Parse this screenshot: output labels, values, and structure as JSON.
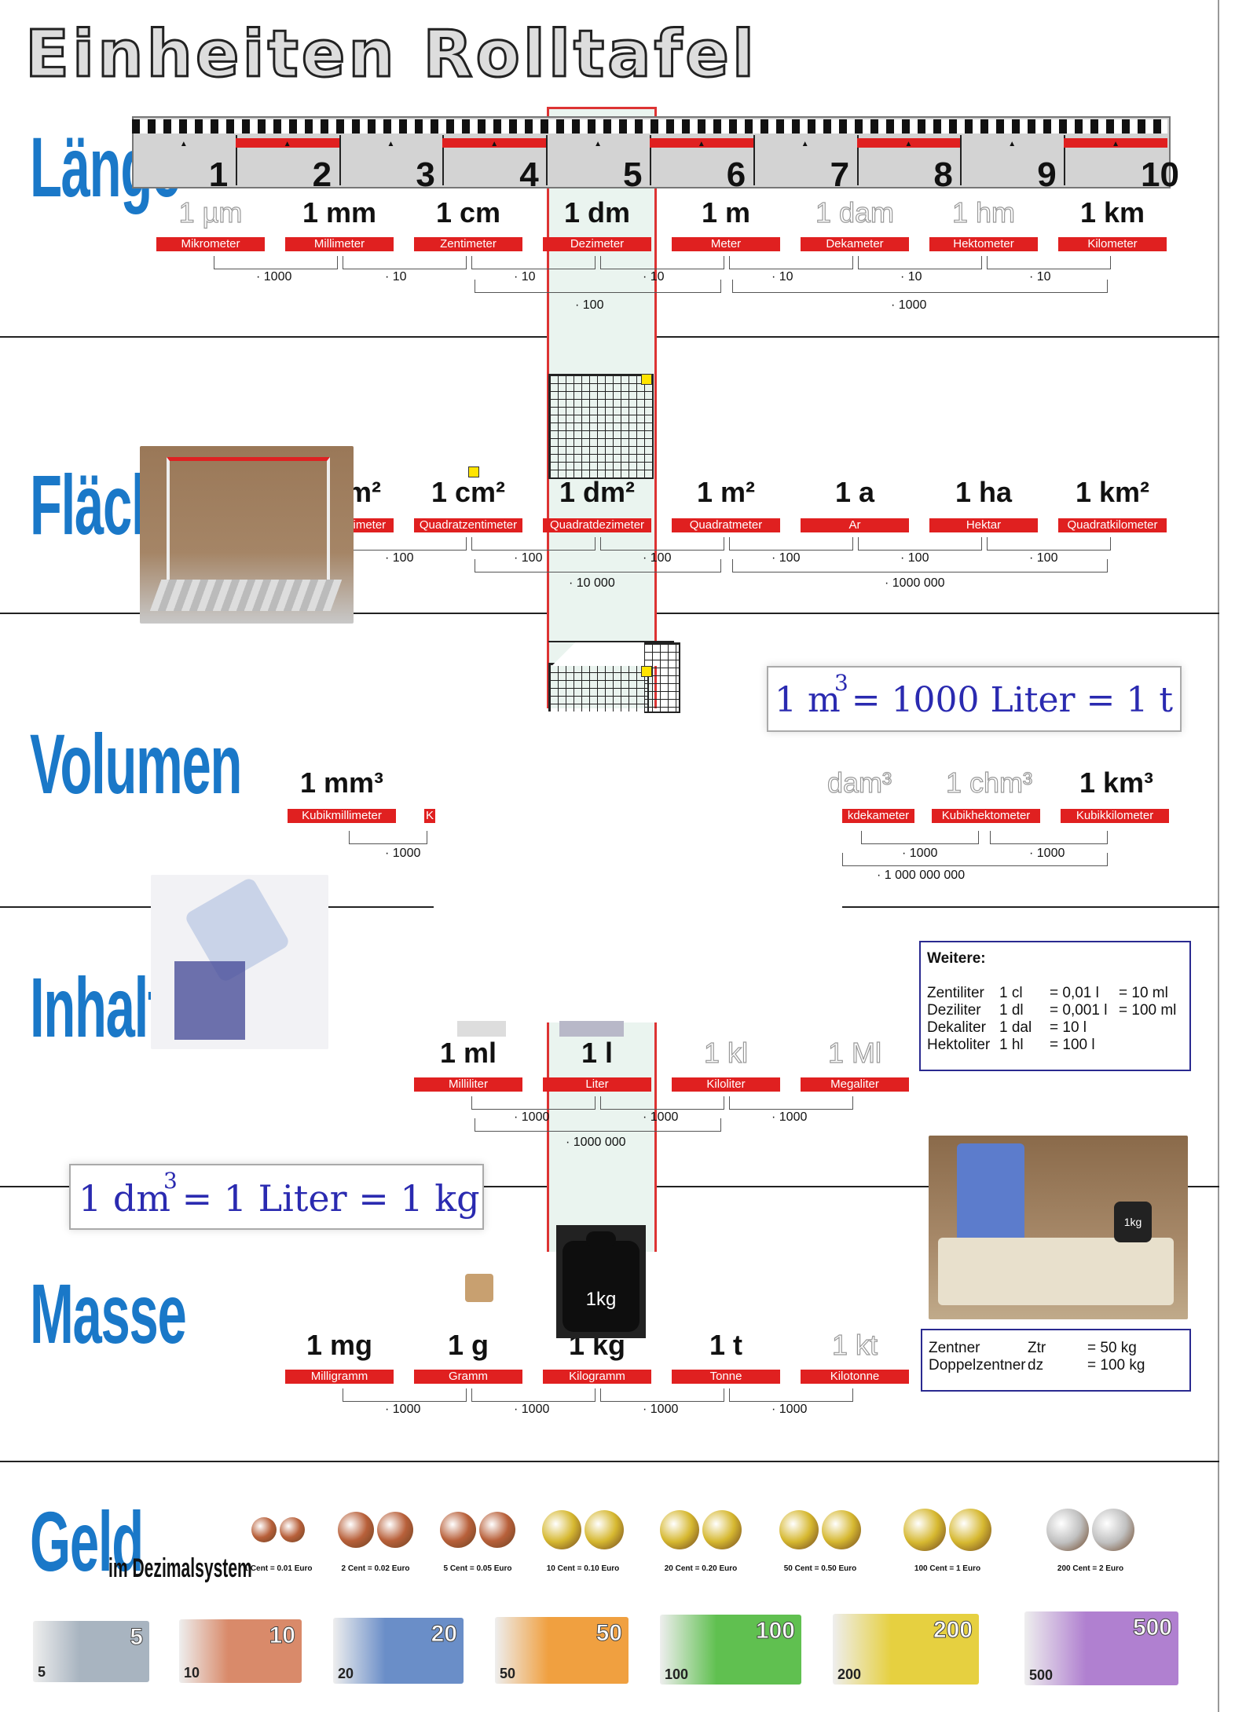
{
  "title": "Einheiten Rolltafel",
  "sections": {
    "laenge": "Länge",
    "flaeche": "Fläche",
    "volumen": "Volumen",
    "inhalt": "Inhalt",
    "masse": "Masse",
    "geld": "Geld",
    "geld_sub": "im Dezimalsystem"
  },
  "ruler": {
    "numbers": [
      "1",
      "2",
      "3",
      "4",
      "5",
      "6",
      "7",
      "8",
      "9",
      "10"
    ]
  },
  "laenge": {
    "units": [
      "1 µm",
      "1 mm",
      "1 cm",
      "1 dm",
      "1 m",
      "1 dam",
      "1 hm",
      "1 km"
    ],
    "labels": [
      "Mikrometer",
      "Millimeter",
      "Zentimeter",
      "Dezimeter",
      "Meter",
      "Dekameter",
      "Hektometer",
      "Kilometer"
    ],
    "conv": [
      "· 1000",
      "· 10",
      "· 10",
      "· 10",
      "· 10",
      "· 10",
      "· 10"
    ],
    "conv2": [
      "· 100",
      "· 1000"
    ]
  },
  "flaeche": {
    "units": [
      "1 mm²",
      "1 cm²",
      "1 dm²",
      "1 m²",
      "1 a",
      "1 ha",
      "1 km²"
    ],
    "labels": [
      "Quadratmillimeter",
      "Quadratzentimeter",
      "Quadratdezimeter",
      "Quadratmeter",
      "Ar",
      "Hektar",
      "Quadratkilometer"
    ],
    "conv": [
      "· 100",
      "· 100",
      "· 100",
      "· 100",
      "· 100",
      "· 100"
    ],
    "conv2": [
      "· 10 000",
      "· 1000 000"
    ]
  },
  "volumen": {
    "units": [
      "1 mm³",
      "dam³",
      "1 chm³",
      "1 km³"
    ],
    "labels": [
      "Kubikmillimeter",
      "K",
      "kdekameter",
      "Kubikhektometer",
      "Kubikkilometer"
    ],
    "conv": [
      "· 1000",
      "· 1000",
      "· 1000"
    ],
    "conv2": "· 1 000 000 000",
    "formula": "1 m = 1000 Liter = 1 t",
    "formula_sup": "3"
  },
  "inhalt": {
    "units": [
      "1 ml",
      "1 l",
      "1 kl",
      "1 Ml"
    ],
    "labels": [
      "Milliliter",
      "Liter",
      "Kiloliter",
      "Megaliter"
    ],
    "conv": [
      "· 1000",
      "· 1000",
      "· 1000"
    ],
    "conv2": "· 1000 000",
    "weitere": {
      "title": "Weitere:",
      "rows": [
        [
          "Zentiliter",
          "1 cl",
          "= 0,01 l",
          "= 10 ml"
        ],
        [
          "Deziliter",
          "1 dl",
          "= 0,001 l",
          "= 100 ml"
        ],
        [
          "Dekaliter",
          "1 dal",
          "= 10 l",
          ""
        ],
        [
          "Hektoliter",
          "1 hl",
          "= 100 l",
          ""
        ]
      ]
    },
    "formula": "1 dm = 1 Liter = 1 kg",
    "formula_sup": "3"
  },
  "masse": {
    "units": [
      "1 mg",
      "1 g",
      "1 kg",
      "1 t",
      "1 kt"
    ],
    "labels": [
      "Milligramm",
      "Gramm",
      "Kilogramm",
      "Tonne",
      "Kilotonne"
    ],
    "conv": [
      "· 1000",
      "· 1000",
      "· 1000",
      "· 1000"
    ],
    "weight_label": "1kg",
    "box": [
      [
        "Zentner",
        "Ztr",
        "= 50 kg"
      ],
      [
        "Doppelzentner",
        "dz",
        "= 100 kg"
      ]
    ]
  },
  "geld": {
    "coins": [
      "1 Cent = 0.01 Euro",
      "2 Cent = 0.02 Euro",
      "5 Cent = 0.05 Euro",
      "10 Cent = 0.10 Euro",
      "20 Cent = 0.20 Euro",
      "50 Cent = 0.50 Euro",
      "100 Cent = 1 Euro",
      "200 Cent = 2 Euro"
    ],
    "notes": [
      "5",
      "10",
      "20",
      "50",
      "100",
      "200",
      "500"
    ],
    "colors": {
      "n5": "#a8b4c0",
      "n10": "#d98a6a",
      "n20": "#6a8ec8",
      "n50": "#f0a040",
      "n100": "#60c050",
      "n200": "#e6d040",
      "n500": "#b080d0"
    }
  },
  "colors": {
    "accent": "#1a78c8",
    "red": "#e02020",
    "formula": "#2a2ab0"
  }
}
